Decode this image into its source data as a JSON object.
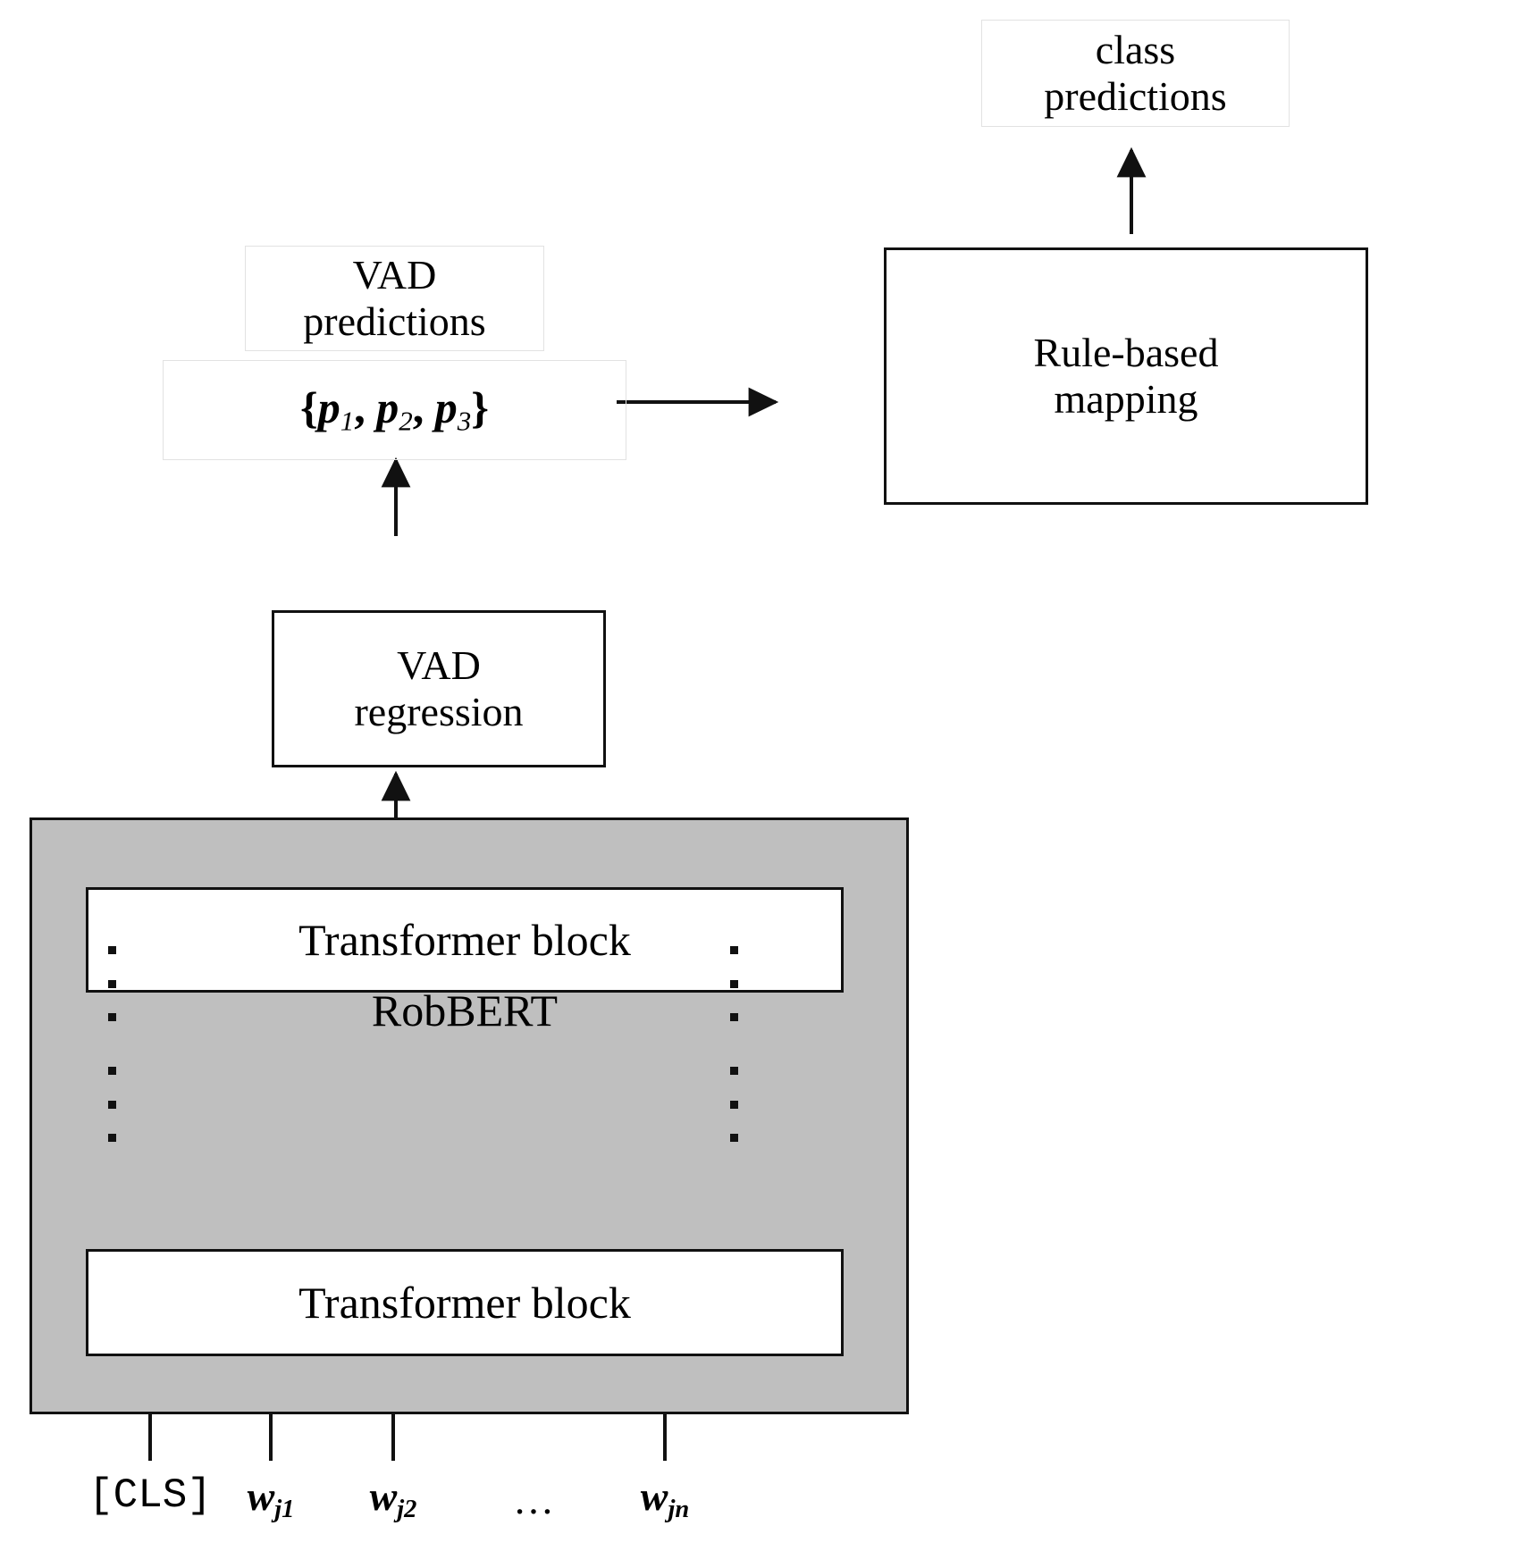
{
  "diagram": {
    "title": "RobBERT VAD regression with rule-based mapping to class predictions",
    "type": "flow-diagram",
    "colors": {
      "container_fill": "#bfbfbf",
      "box_fill": "#ffffff",
      "stroke": "#111111",
      "faint_stroke": "#e2e2e2"
    }
  },
  "nodes": {
    "vad_predictions_label": {
      "line1": "VAD",
      "line2": "predictions"
    },
    "vad_predictions_value": {
      "open_brace": "{",
      "p1": "p",
      "p1_sub": "1",
      "sep1": ", ",
      "p2": "p",
      "p2_sub": "2",
      "sep2": ", ",
      "p3": "p",
      "p3_sub": "3",
      "close_brace": "}"
    },
    "vad_regression": {
      "line1": "VAD",
      "line2": "regression"
    },
    "robbert": {
      "label": "RobBERT"
    },
    "transformer_block_top": {
      "label": "Transformer block"
    },
    "transformer_block_bottom": {
      "label": "Transformer block"
    },
    "rule_based_mapping": {
      "line1": "Rule-based",
      "line2": "mapping"
    },
    "class_predictions": {
      "line1": "class",
      "line2": "predictions"
    }
  },
  "inputs": {
    "tokens": [
      {
        "text": "[CLS]",
        "style": "mono"
      },
      {
        "base": "w",
        "sub": "j1",
        "style": "math"
      },
      {
        "base": "w",
        "sub": "j2",
        "style": "math"
      },
      {
        "text": "…",
        "style": "ellipsis"
      },
      {
        "base": "w",
        "sub": "jn",
        "style": "math"
      }
    ]
  },
  "edges": [
    {
      "name": "inputs-to-robbert",
      "direction": "up",
      "count": 4
    },
    {
      "name": "robbert-to-vad-regression",
      "direction": "up"
    },
    {
      "name": "vad-regression-to-vad-predictions",
      "direction": "up"
    },
    {
      "name": "vad-predictions-to-rule-based-mapping",
      "direction": "right"
    },
    {
      "name": "rule-based-mapping-to-class-predictions",
      "direction": "up"
    }
  ]
}
